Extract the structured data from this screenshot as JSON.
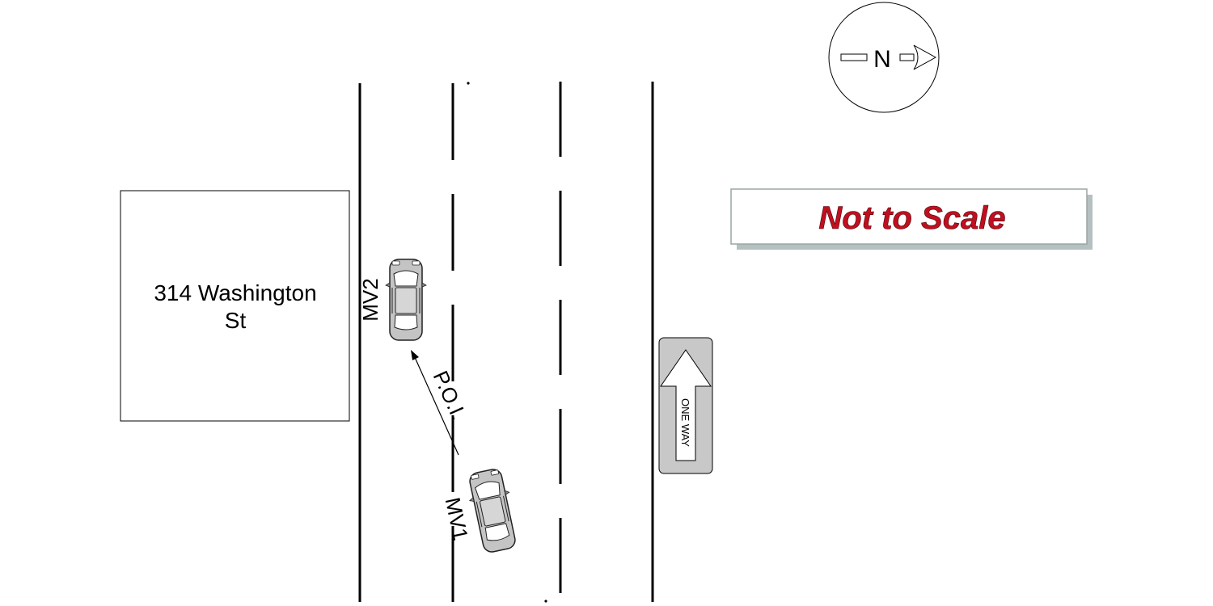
{
  "building": {
    "label_line1": "314 Washington",
    "label_line2": "St"
  },
  "vehicles": [
    {
      "label": "MV2",
      "color": "#c4c4c4"
    },
    {
      "label": "MV1",
      "color": "#c4c4c4"
    }
  ],
  "poi_label": "P.O.I.",
  "compass": {
    "label": "N"
  },
  "scale_note": {
    "text": "Not to Scale",
    "color": "#c0101f"
  },
  "one_way_sign": {
    "text": "ONE WAY",
    "color": "#c8c8c8"
  }
}
